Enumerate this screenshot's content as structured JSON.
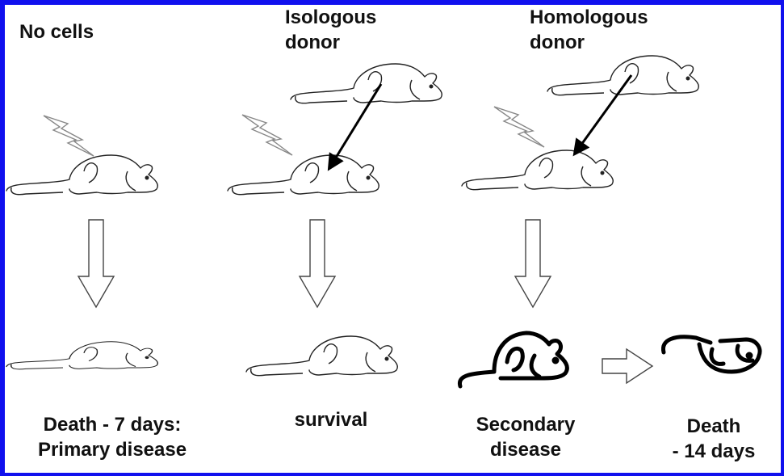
{
  "columns": {
    "no_cells": {
      "heading": "No cells",
      "outcome_lines": [
        "Death - 7 days:",
        "Primary disease"
      ]
    },
    "isologous": {
      "heading_lines": [
        "Isologous",
        "donor"
      ],
      "outcome": "survival"
    },
    "homologous": {
      "heading_lines": [
        "Homologous",
        "donor"
      ],
      "outcome_lines": [
        "Secondary",
        "disease"
      ]
    },
    "later_death": {
      "outcome_lines": [
        "Death",
        "- 14 days"
      ]
    }
  },
  "colors": {
    "border": "#1010ee",
    "line": "#222222",
    "bold_line": "#000000"
  },
  "icons": [
    "mouse-icon",
    "radiation-bolt-icon",
    "transfer-arrow-icon",
    "down-arrow-icon",
    "right-arrow-icon"
  ]
}
